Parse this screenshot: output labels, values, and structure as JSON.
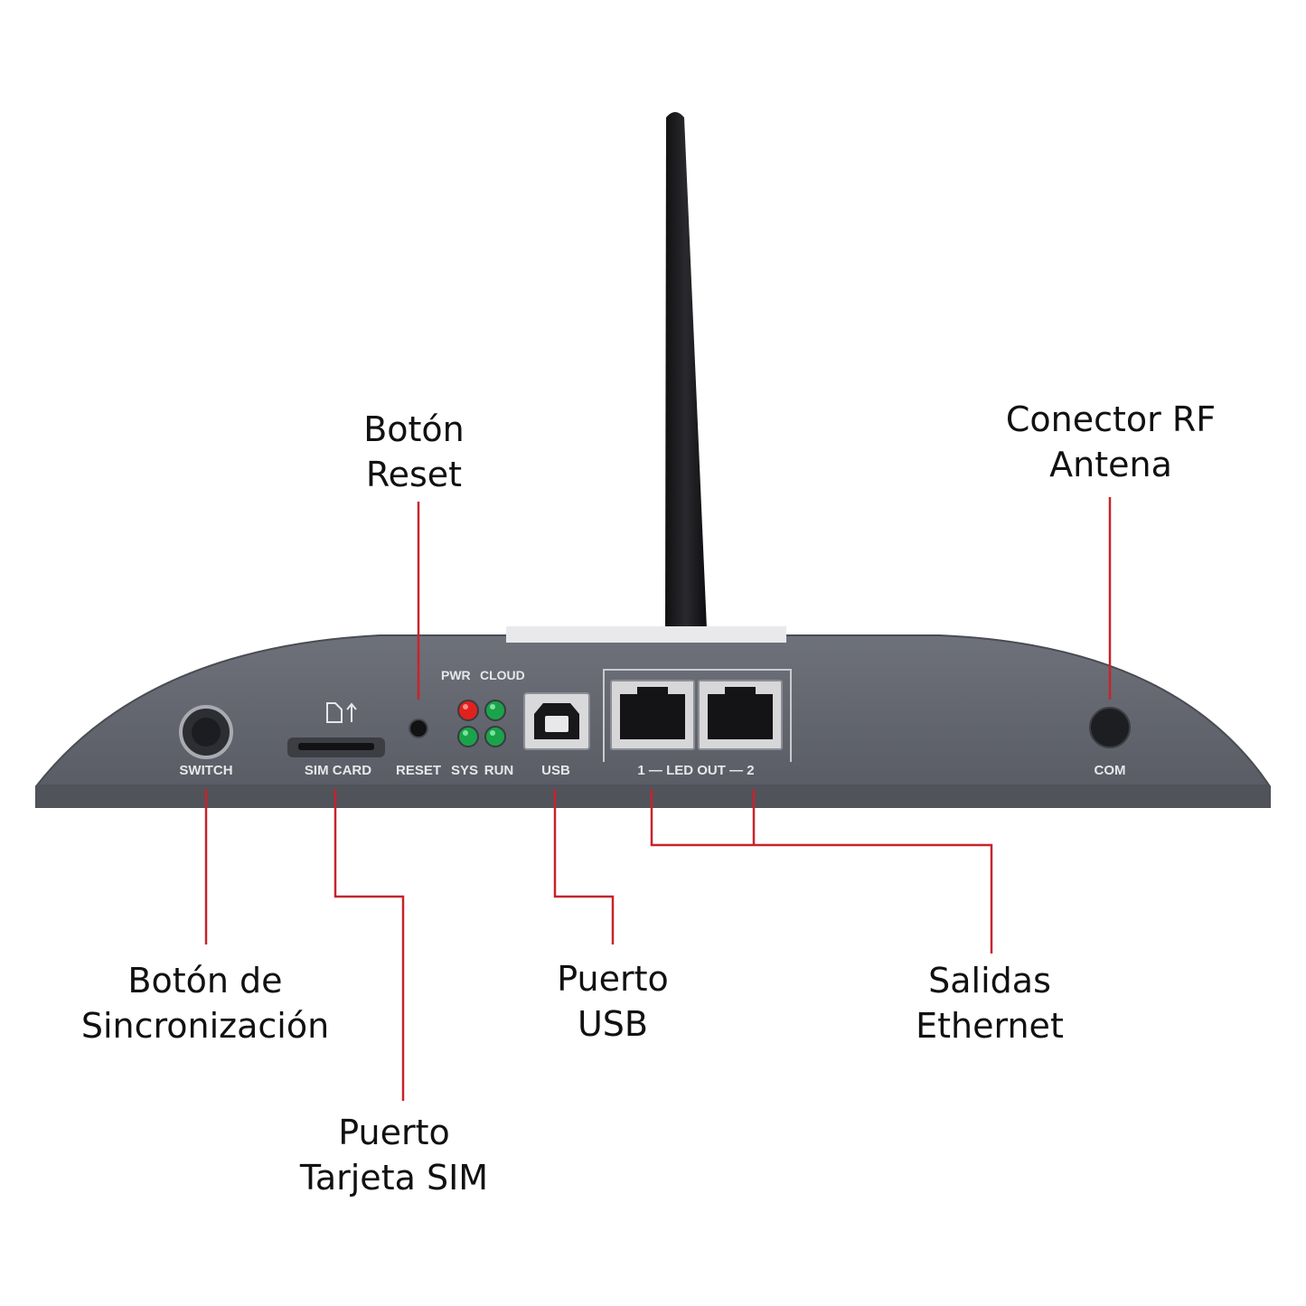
{
  "callouts": {
    "reset": {
      "line1": "Botón",
      "line2": "Reset"
    },
    "rf_antenna": {
      "line1": "Conector RF",
      "line2": "Antena"
    },
    "sync": {
      "line1": "Botón de",
      "line2": "Sincronización"
    },
    "sim": {
      "line1": "Puerto",
      "line2": "Tarjeta SIM"
    },
    "usb": {
      "line1": "Puerto",
      "line2": "USB"
    },
    "ethernet": {
      "line1": "Salidas",
      "line2": "Ethernet"
    }
  },
  "panel_labels": {
    "switch": "SWITCH",
    "sim_card": "SIM CARD",
    "reset": "RESET",
    "sys": "SYS",
    "run": "RUN",
    "pwr": "PWR",
    "cloud": "CLOUD",
    "usb": "USB",
    "led_out": "1 — LED OUT — 2",
    "com": "COM"
  },
  "colors": {
    "callout_line": "#c8232c",
    "device_body": "#5d6068",
    "device_front": "#666a73",
    "antenna": "#1b1b1d",
    "led_red": "#e0211d",
    "led_green": "#1aa34a",
    "panel_text": "#e6e7ea"
  }
}
